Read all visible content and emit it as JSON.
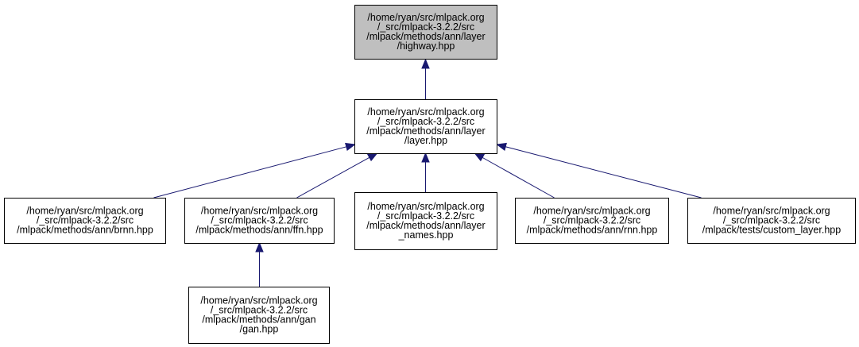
{
  "diagram": {
    "colors": {
      "highlight_fill": "#bfbfbf",
      "node_fill": "#ffffff",
      "border": "#000000",
      "edge": "#191970",
      "text": "#000000"
    },
    "nodes": [
      {
        "id": "highway",
        "highlighted": true,
        "lines": [
          "/home/ryan/src/mlpack.org",
          "/_src/mlpack-3.2.2/src",
          "/mlpack/methods/ann/layer",
          "/highway.hpp"
        ]
      },
      {
        "id": "layer",
        "highlighted": false,
        "lines": [
          "/home/ryan/src/mlpack.org",
          "/_src/mlpack-3.2.2/src",
          "/mlpack/methods/ann/layer",
          "/layer.hpp"
        ]
      },
      {
        "id": "brnn",
        "highlighted": false,
        "lines": [
          "/home/ryan/src/mlpack.org",
          "/_src/mlpack-3.2.2/src",
          "/mlpack/methods/ann/brnn.hpp"
        ]
      },
      {
        "id": "ffn",
        "highlighted": false,
        "lines": [
          "/home/ryan/src/mlpack.org",
          "/_src/mlpack-3.2.2/src",
          "/mlpack/methods/ann/ffn.hpp"
        ]
      },
      {
        "id": "layer_names",
        "highlighted": false,
        "lines": [
          "/home/ryan/src/mlpack.org",
          "/_src/mlpack-3.2.2/src",
          "/mlpack/methods/ann/layer",
          "_names.hpp"
        ]
      },
      {
        "id": "rnn",
        "highlighted": false,
        "lines": [
          "/home/ryan/src/mlpack.org",
          "/_src/mlpack-3.2.2/src",
          "/mlpack/methods/ann/rnn.hpp"
        ]
      },
      {
        "id": "custom_layer",
        "highlighted": false,
        "lines": [
          "/home/ryan/src/mlpack.org",
          "/_src/mlpack-3.2.2/src",
          "/mlpack/tests/custom_layer.hpp"
        ]
      },
      {
        "id": "gan",
        "highlighted": false,
        "lines": [
          "/home/ryan/src/mlpack.org",
          "/_src/mlpack-3.2.2/src",
          "/mlpack/methods/ann/gan",
          "/gan.hpp"
        ]
      }
    ],
    "edges": [
      {
        "from": "layer",
        "to": "highway"
      },
      {
        "from": "brnn",
        "to": "layer"
      },
      {
        "from": "ffn",
        "to": "layer"
      },
      {
        "from": "layer_names",
        "to": "layer"
      },
      {
        "from": "rnn",
        "to": "layer"
      },
      {
        "from": "custom_layer",
        "to": "layer"
      },
      {
        "from": "gan",
        "to": "ffn"
      }
    ]
  }
}
